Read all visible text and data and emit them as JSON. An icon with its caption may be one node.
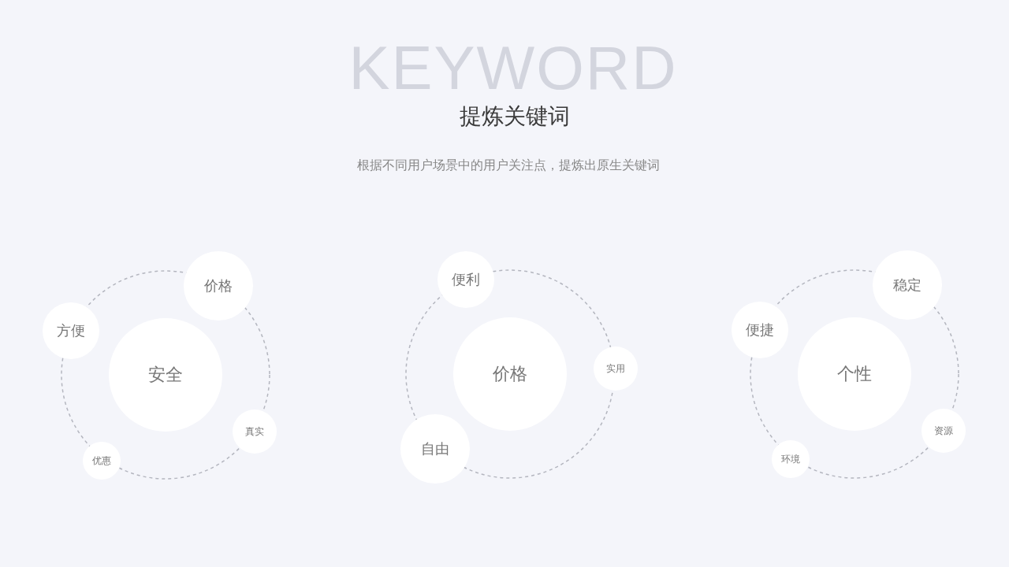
{
  "diagram": {
    "title": "提炼关键词",
    "nodes": [
      {
        "text": [
          "价格"
        ]
      },
      {
        "text": [
          "方便"
        ]
      },
      {
        "text": [
          "安全"
        ]
      },
      {
        "text": [
          "真实"
        ]
      },
      {
        "text": [
          "优惠"
        ]
      },
      {
        "text": [
          "便利"
        ]
      },
      {
        "text": [
          "价格"
        ]
      },
      {
        "text": [
          "实用"
        ]
      },
      {
        "text": [
          "自由"
        ]
      },
      {
        "text": [
          "稳定"
        ]
      },
      {
        "text": [
          "便捷"
        ]
      },
      {
        "text": [
          "个性"
        ]
      },
      {
        "text": [
          "资源"
        ]
      },
      {
        "text": [
          "环境"
        ]
      }
    ],
    "labels": [
      "KEYWORD",
      "根据不同用户场景中的用户关注点，提炼出原生关键词"
    ]
  }
}
